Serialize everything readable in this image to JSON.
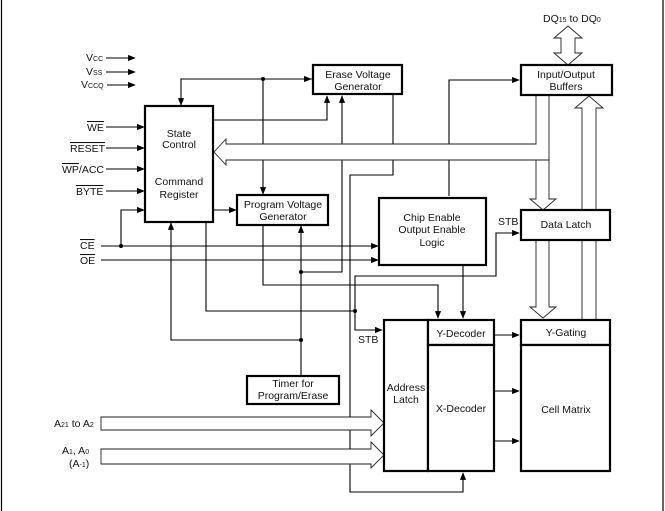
{
  "diagram": {
    "title": "Flash memory block diagram",
    "blocks": {
      "state_control": {
        "line1": "State",
        "line2": "Control",
        "line3": "Command",
        "line4": "Register"
      },
      "erase_voltage": {
        "line1": "Erase Voltage",
        "line2": "Generator"
      },
      "program_voltage": {
        "line1": "Program Voltage",
        "line2": "Generator"
      },
      "chip_enable": {
        "line1": "Chip Enable",
        "line2": "Output Enable",
        "line3": "Logic"
      },
      "io_buffers": {
        "line1": "Input/Output",
        "line2": "Buffers"
      },
      "data_latch": {
        "label": "Data Latch"
      },
      "timer": {
        "line1": "Timer for",
        "line2": "Program/Erase"
      },
      "address_latch": {
        "line1": "Address",
        "line2": "Latch"
      },
      "y_decoder": {
        "label": "Y-Decoder"
      },
      "x_decoder": {
        "label": "X-Decoder"
      },
      "y_gating": {
        "label": "Y-Gating"
      },
      "cell_matrix": {
        "label": "Cell Matrix"
      }
    },
    "signals": {
      "vcc": {
        "base": "V",
        "sub": "CC"
      },
      "vss": {
        "base": "V",
        "sub": "SS"
      },
      "vccq": {
        "base": "V",
        "sub": "CCQ"
      },
      "we": "WE",
      "reset": "RESET",
      "wp_acc": {
        "bar": "WP",
        "rest": "/ACC"
      },
      "byte": "BYTE",
      "ce": "CE",
      "oe": "OE",
      "addr_high": {
        "a": "A",
        "sub1": "21",
        "mid": " to A",
        "sub2": "2"
      },
      "addr_low": {
        "a": "A",
        "sub1": "1",
        "mid": ", A",
        "sub2": "0"
      },
      "addr_extra": {
        "open": "(A",
        "sub": "-1",
        "close": ")"
      },
      "dq": {
        "a": "DQ",
        "sub1": "15",
        "mid": " to DQ",
        "sub2": "0"
      },
      "stb_data": "STB",
      "stb_addr": "STB"
    }
  }
}
